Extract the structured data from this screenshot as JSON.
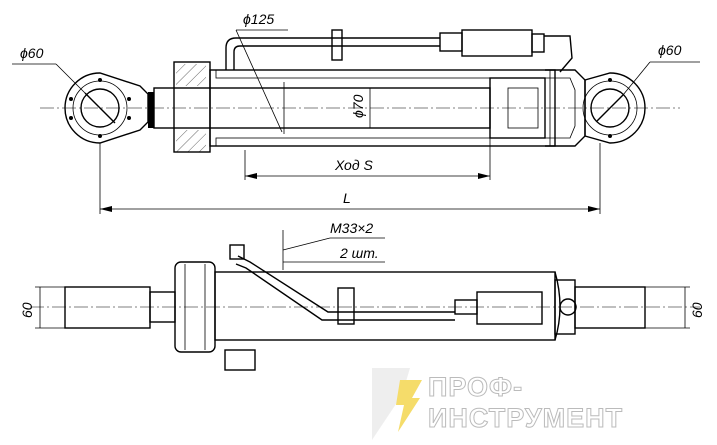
{
  "top_view": {
    "eye_left_diameter": "ϕ60",
    "cylinder_diameter": "ϕ125",
    "eye_right_diameter": "ϕ60",
    "rod_diameter": "ϕ70",
    "stroke_label": "Ход S",
    "length_label": "L"
  },
  "bottom_view": {
    "thread_label": "M33×2",
    "quantity_label": "2 шт.",
    "left_width": "60",
    "right_width": "60"
  },
  "watermark": {
    "text": "ПРОФ-ИНСТРУМЕНТ",
    "accent_color": "#f5dc6a"
  }
}
